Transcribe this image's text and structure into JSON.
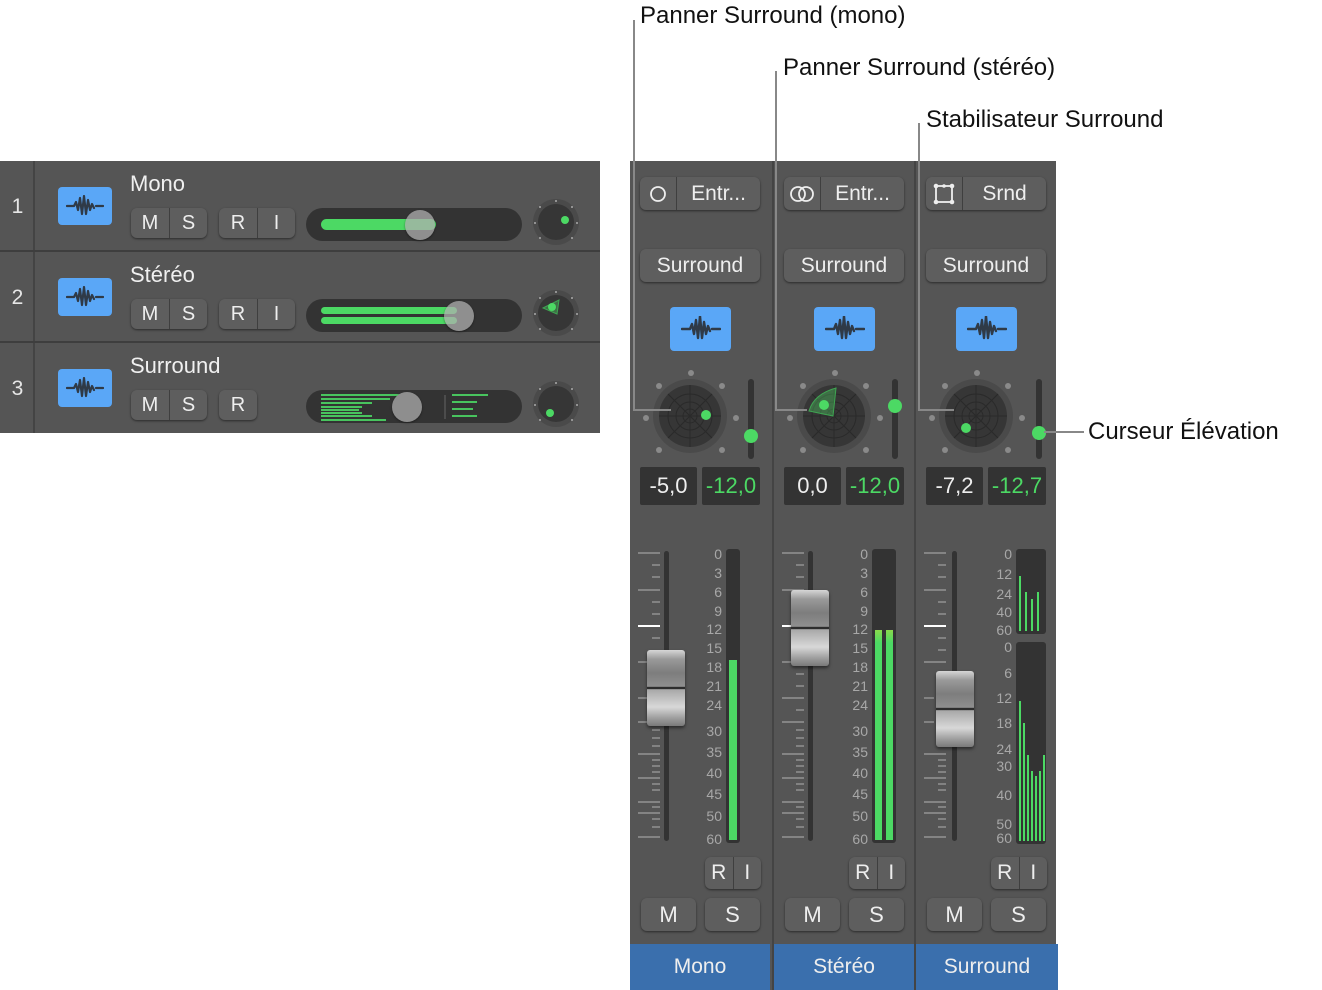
{
  "callouts": {
    "panner_mono": "Panner Surround (mono)",
    "panner_stereo": "Panner Surround (stéréo)",
    "stabilizer": "Stabilisateur Surround",
    "elevation": "Curseur Élévation"
  },
  "tracks": [
    {
      "number": "1",
      "name": "Mono",
      "icon": "waveform-icon",
      "buttons": [
        "M",
        "S",
        "R",
        "I"
      ],
      "volume_percent": 52,
      "pan_type": "mono"
    },
    {
      "number": "2",
      "name": "Stéréo",
      "icon": "waveform-icon",
      "buttons": [
        "M",
        "S",
        "R",
        "I"
      ],
      "volume_percent": 68,
      "pan_type": "stereo"
    },
    {
      "number": "3",
      "name": "Surround",
      "icon": "waveform-icon",
      "buttons": [
        "M",
        "S",
        "R"
      ],
      "volume_percent": 45,
      "pan_type": "surround"
    }
  ],
  "mixer": {
    "strips": [
      {
        "input_icon": "mono-circle-icon",
        "input_label": "Entr...",
        "output_label": "Surround",
        "icon": "waveform-icon",
        "value_a": "-5,0",
        "value_b": "-12,0",
        "meter_scale": [
          "0",
          "3",
          "6",
          "9",
          "12",
          "15",
          "18",
          "21",
          "24",
          "30",
          "35",
          "40",
          "45",
          "50",
          "60"
        ],
        "ri": [
          "R",
          "I"
        ],
        "mute": "M",
        "solo": "S",
        "name": "Mono"
      },
      {
        "input_icon": "stereo-circles-icon",
        "input_label": "Entr...",
        "output_label": "Surround",
        "icon": "waveform-icon",
        "value_a": "0,0",
        "value_b": "-12,0",
        "meter_scale": [
          "0",
          "3",
          "6",
          "9",
          "12",
          "15",
          "18",
          "21",
          "24",
          "30",
          "35",
          "40",
          "45",
          "50",
          "60"
        ],
        "ri": [
          "R",
          "I"
        ],
        "mute": "M",
        "solo": "S",
        "name": "Stéréo"
      },
      {
        "input_icon": "surround-square-icon",
        "input_label": "Srnd",
        "output_label": "Surround",
        "icon": "waveform-icon",
        "value_a": "-7,2",
        "value_b": "-12,7",
        "meter_scale_top": [
          "0",
          "12",
          "24",
          "40",
          "60"
        ],
        "meter_scale_bottom": [
          "0",
          "6",
          "12",
          "18",
          "24",
          "30",
          "40",
          "50",
          "60"
        ],
        "ri": [
          "R",
          "I"
        ],
        "mute": "M",
        "solo": "S",
        "name": "Surround"
      }
    ]
  },
  "colors": {
    "accent_green": "#4cd964",
    "icon_blue": "#5aa7f7",
    "name_bar_blue": "#3a6fad",
    "panel_gray": "#555555"
  }
}
